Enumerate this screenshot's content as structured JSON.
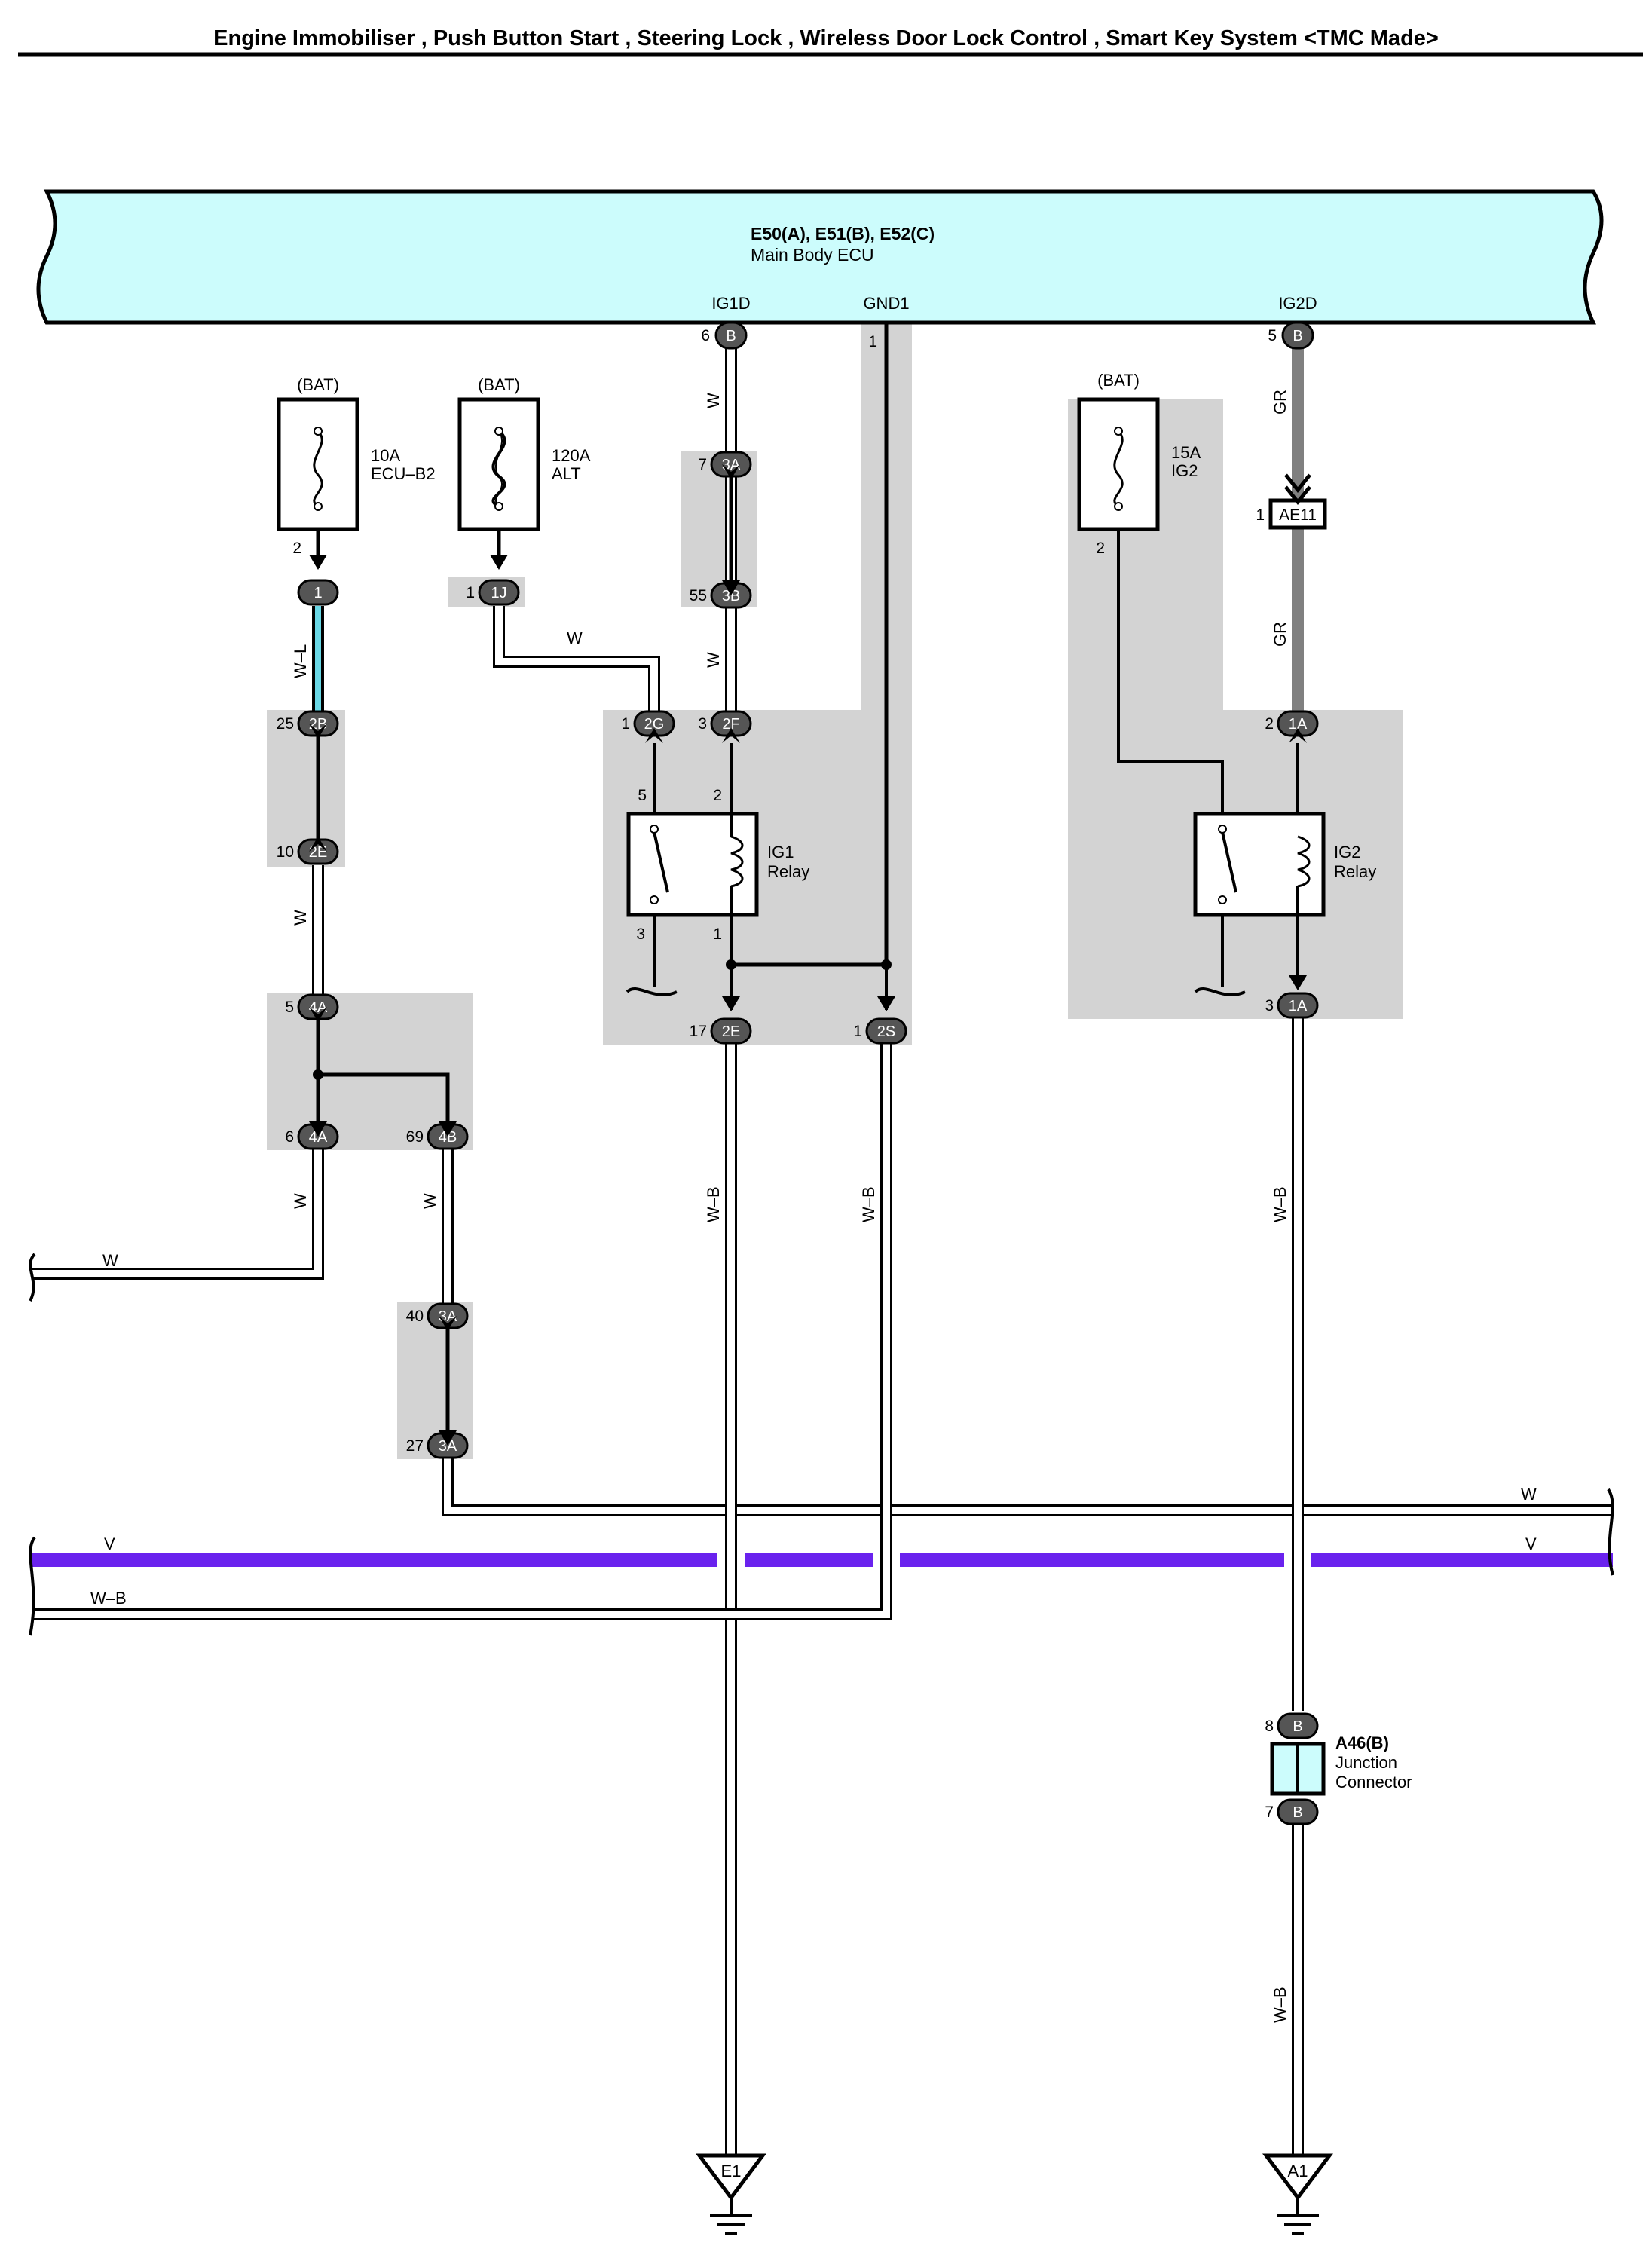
{
  "title": "Engine Immobiliser , Push Button Start , Steering Lock , Wireless Door Lock Control , Smart Key System <TMC Made>",
  "ecu": {
    "id": "E50(A), E51(B), E52(C)",
    "name": "Main Body ECU",
    "pins": {
      "ig1d": "IG1D",
      "gnd1": "GND1",
      "ig2d": "IG2D"
    },
    "pin_nums": {
      "ig1d": "6",
      "gnd1": "1",
      "ig2d": "5"
    },
    "conn_letter": "B"
  },
  "fuses": [
    {
      "source": "(BAT)",
      "rating": "10A",
      "name": "ECU–B2",
      "pin": "2"
    },
    {
      "source": "(BAT)",
      "rating": "120A",
      "name": "ALT"
    },
    {
      "source": "(BAT)",
      "rating": "15A",
      "name": "IG2",
      "pin": "2"
    }
  ],
  "relays": [
    {
      "name_l1": "IG1",
      "name_l2": "Relay",
      "pins": [
        "5",
        "2",
        "3",
        "1"
      ]
    },
    {
      "name_l1": "IG2",
      "name_l2": "Relay"
    }
  ],
  "connectors": {
    "c1": {
      "num": "",
      "code": "1"
    },
    "c1j": {
      "num": "1",
      "code": "1J"
    },
    "c2b": {
      "num": "25",
      "code": "2B"
    },
    "c2e_a": {
      "num": "10",
      "code": "2E"
    },
    "c4a_top": {
      "num": "5",
      "code": "4A"
    },
    "c4a_bot": {
      "num": "6",
      "code": "4A"
    },
    "c4b": {
      "num": "69",
      "code": "4B"
    },
    "c3a_40": {
      "num": "40",
      "code": "3A"
    },
    "c3a_27": {
      "num": "27",
      "code": "3A"
    },
    "c3a_7": {
      "num": "7",
      "code": "3A"
    },
    "c3b_55": {
      "num": "55",
      "code": "3B"
    },
    "c2g": {
      "num": "1",
      "code": "2G"
    },
    "c2f": {
      "num": "3",
      "code": "2F"
    },
    "c2e_17": {
      "num": "17",
      "code": "2E"
    },
    "c2s": {
      "num": "1",
      "code": "2S"
    },
    "cae11": {
      "num": "1",
      "code": "AE11"
    },
    "c1a_2": {
      "num": "2",
      "code": "1A"
    },
    "c1a_3": {
      "num": "3",
      "code": "1A"
    },
    "ca46_8": {
      "num": "8",
      "code": "B"
    },
    "ca46_7": {
      "num": "7",
      "code": "B"
    }
  },
  "junction": {
    "id": "A46(B)",
    "name_l1": "Junction",
    "name_l2": "Connector"
  },
  "wires": {
    "w": "W",
    "wl": "W–L",
    "wb": "W–B",
    "gr": "GR",
    "v": "V"
  },
  "grounds": {
    "e1": "E1",
    "a1": "A1"
  },
  "colors": {
    "ecu_fill": "#ccfcfc",
    "shade": "#d3d3d3",
    "violet": "#6a22ee",
    "gray_wire": "#808080",
    "cyan_wire": "#6ad8e6"
  }
}
